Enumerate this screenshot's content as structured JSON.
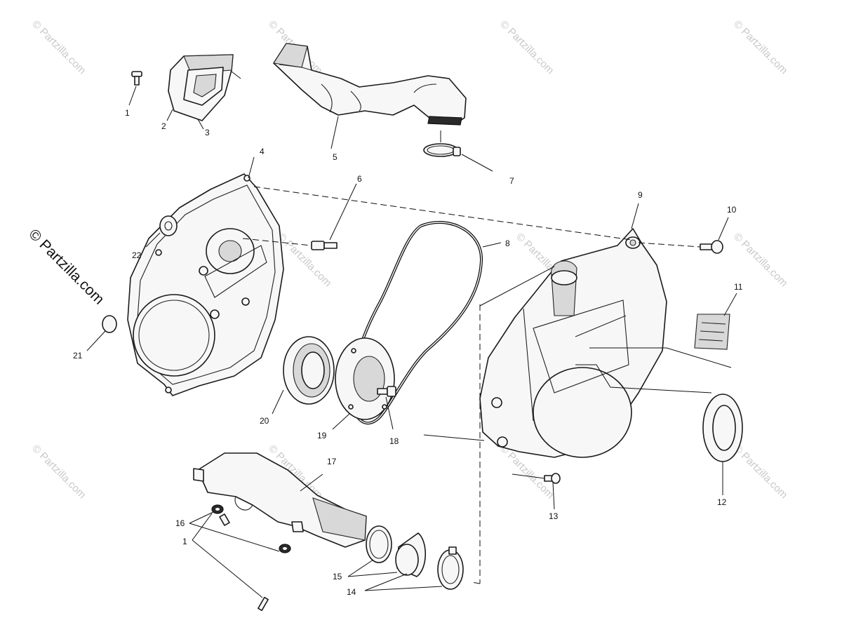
{
  "watermark": {
    "tile_text": "© Partzilla.com",
    "main_text": "© Partzilla.com"
  },
  "callouts": {
    "c1a": "1",
    "c2": "2",
    "c3": "3",
    "c4": "4",
    "c5": "5",
    "c6": "6",
    "c7": "7",
    "c8": "8",
    "c9": "9",
    "c10": "10",
    "c11": "11",
    "c12": "12",
    "c13": "13",
    "c14": "14",
    "c15": "15",
    "c16": "16",
    "c17": "17",
    "c18": "18",
    "c19": "19",
    "c20": "20",
    "c21": "21",
    "c22": "22",
    "c1b": "1"
  }
}
